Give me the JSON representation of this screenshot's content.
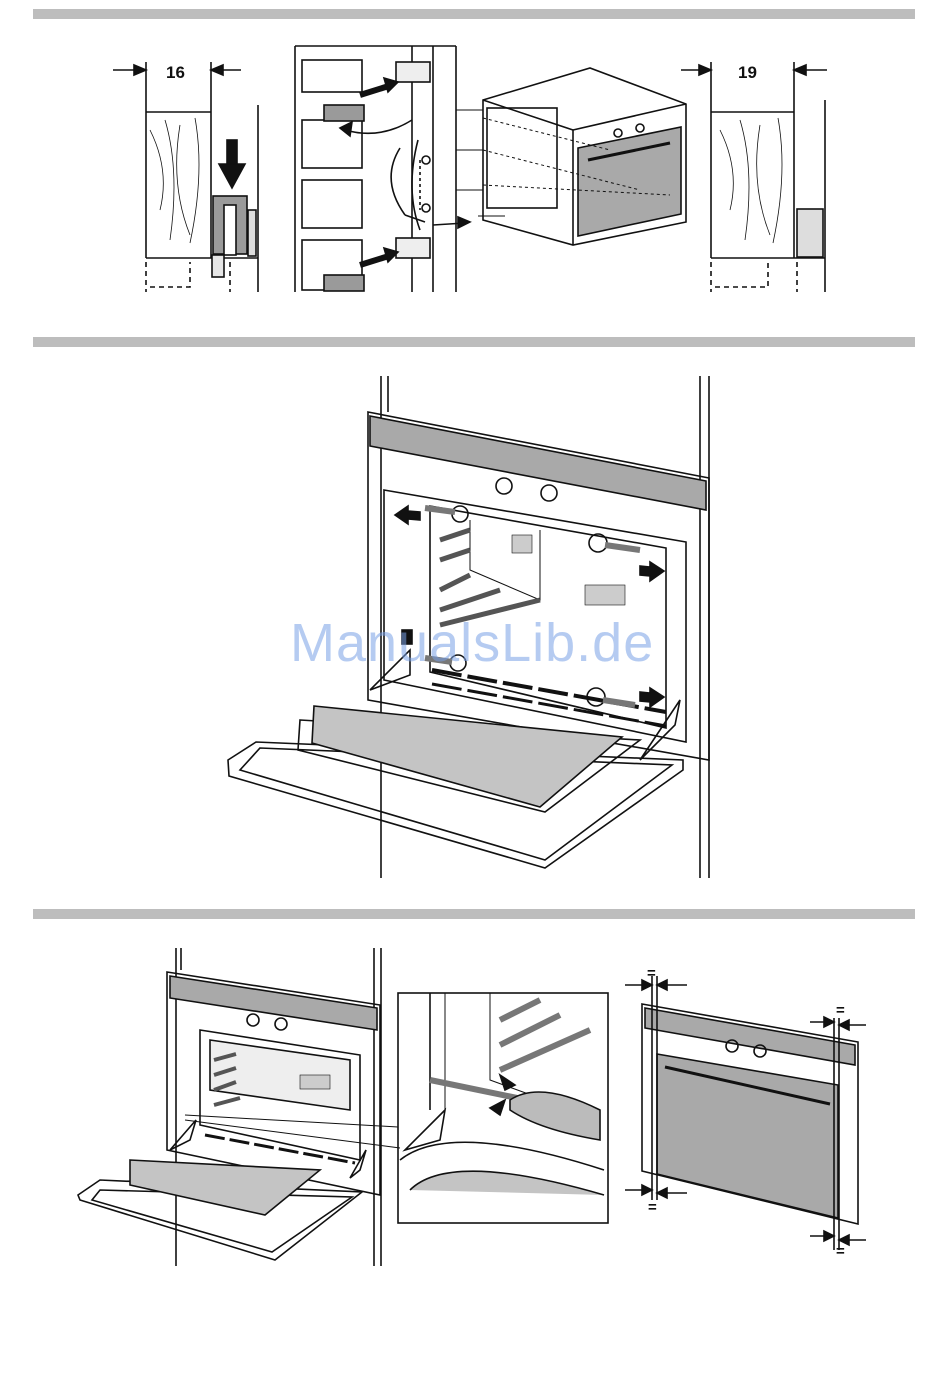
{
  "section1": {
    "dim_left": "16",
    "dim_right": "19"
  },
  "section3": {
    "equal_marks": [
      "=",
      "=",
      "=",
      "="
    ]
  },
  "watermark": "ManualsLib.de",
  "colors": {
    "band": "#bdbdbd",
    "line": "#111111",
    "panel": "#a9a9a9",
    "glass": "#c4c4c4"
  }
}
